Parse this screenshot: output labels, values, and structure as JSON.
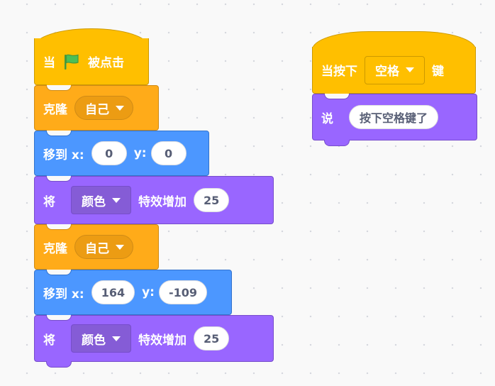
{
  "script1": {
    "hat": {
      "prefix": "当",
      "suffix": "被点击"
    },
    "clone1": {
      "label": "克隆",
      "target": "自己"
    },
    "goto1": {
      "label": "移到 x:",
      "x": "0",
      "ylabel": "y:",
      "y": "0"
    },
    "effect1": {
      "prefix": "将",
      "effect": "颜色",
      "suffix": "特效增加",
      "value": "25"
    },
    "clone2": {
      "label": "克隆",
      "target": "自己"
    },
    "goto2": {
      "label": "移到 x:",
      "x": "164",
      "ylabel": "y:",
      "y": "-109"
    },
    "effect2": {
      "prefix": "将",
      "effect": "颜色",
      "suffix": "特效增加",
      "value": "25"
    }
  },
  "script2": {
    "hat": {
      "prefix": "当按下",
      "key": "空格",
      "suffix": "键"
    },
    "say": {
      "label": "说",
      "message": "按下空格键了"
    }
  },
  "icons": {
    "flag": "green-flag-icon",
    "dropdown": "chevron-down-icon"
  },
  "colors": {
    "events": "#ffbf00",
    "control": "#ffab19",
    "motion": "#4c97ff",
    "looks": "#9966ff",
    "flag": "#4cbf56",
    "canvas": "#f9f9f9"
  }
}
